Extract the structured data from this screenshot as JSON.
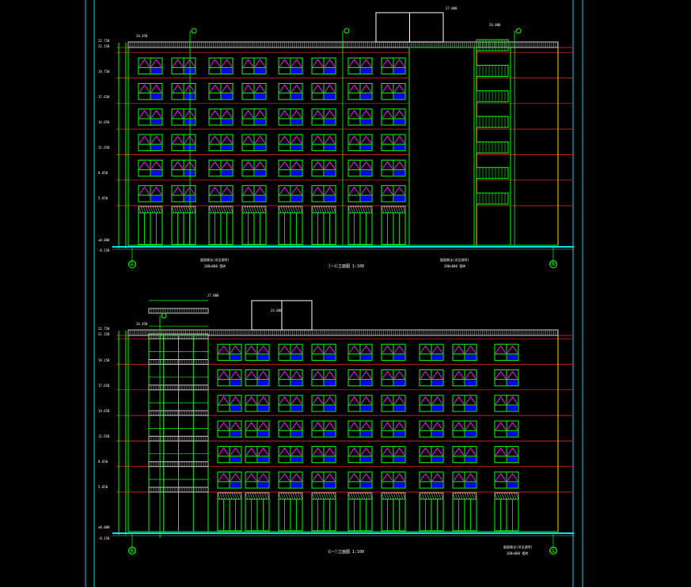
{
  "drawing": {
    "background": "#000000",
    "colors": {
      "frame": "#00d7e6",
      "wall": "#00ff00",
      "window_fill": "#0000ff",
      "window_mark": "#ff00ff",
      "floor_line": "#ff2a2a",
      "edge_yellow": "#ffd400",
      "text": "#ffffff",
      "ground": "#00e6e6",
      "railing": "#c8c8c8",
      "shop_pattern": "#aaaaaa"
    },
    "upper_elevation": {
      "title": "①~⑥立面图 1:100",
      "left_axis": "①",
      "right_axis": "⑥",
      "levels": [
        "22.750",
        "21.150",
        "19.750",
        "17.650",
        "14.650",
        "11.650",
        "8.650",
        "5.650",
        "±0.000",
        "-0.150"
      ],
      "top_labels": [
        "24.450",
        "27.000",
        "24.000"
      ],
      "bottom_notes": [
        "屋面做法(详见说明)",
        "200x600 墙砖",
        "屋面做法(详见说明)",
        "200x600 墙砖"
      ],
      "floors": 6
    },
    "lower_elevation": {
      "title": "⑥~①立面图 1:100",
      "left_axis": "⑥",
      "right_axis": "①",
      "levels": [
        "22.750",
        "21.150",
        "19.150",
        "17.650",
        "14.650",
        "11.650",
        "8.650",
        "5.650",
        "±0.000",
        "-0.150"
      ],
      "top_labels": [
        "24.450",
        "27.000",
        "24.000"
      ],
      "bottom_notes": [
        "屋面做法(详见说明)",
        "200x600 墙砖"
      ],
      "floors": 6
    }
  }
}
